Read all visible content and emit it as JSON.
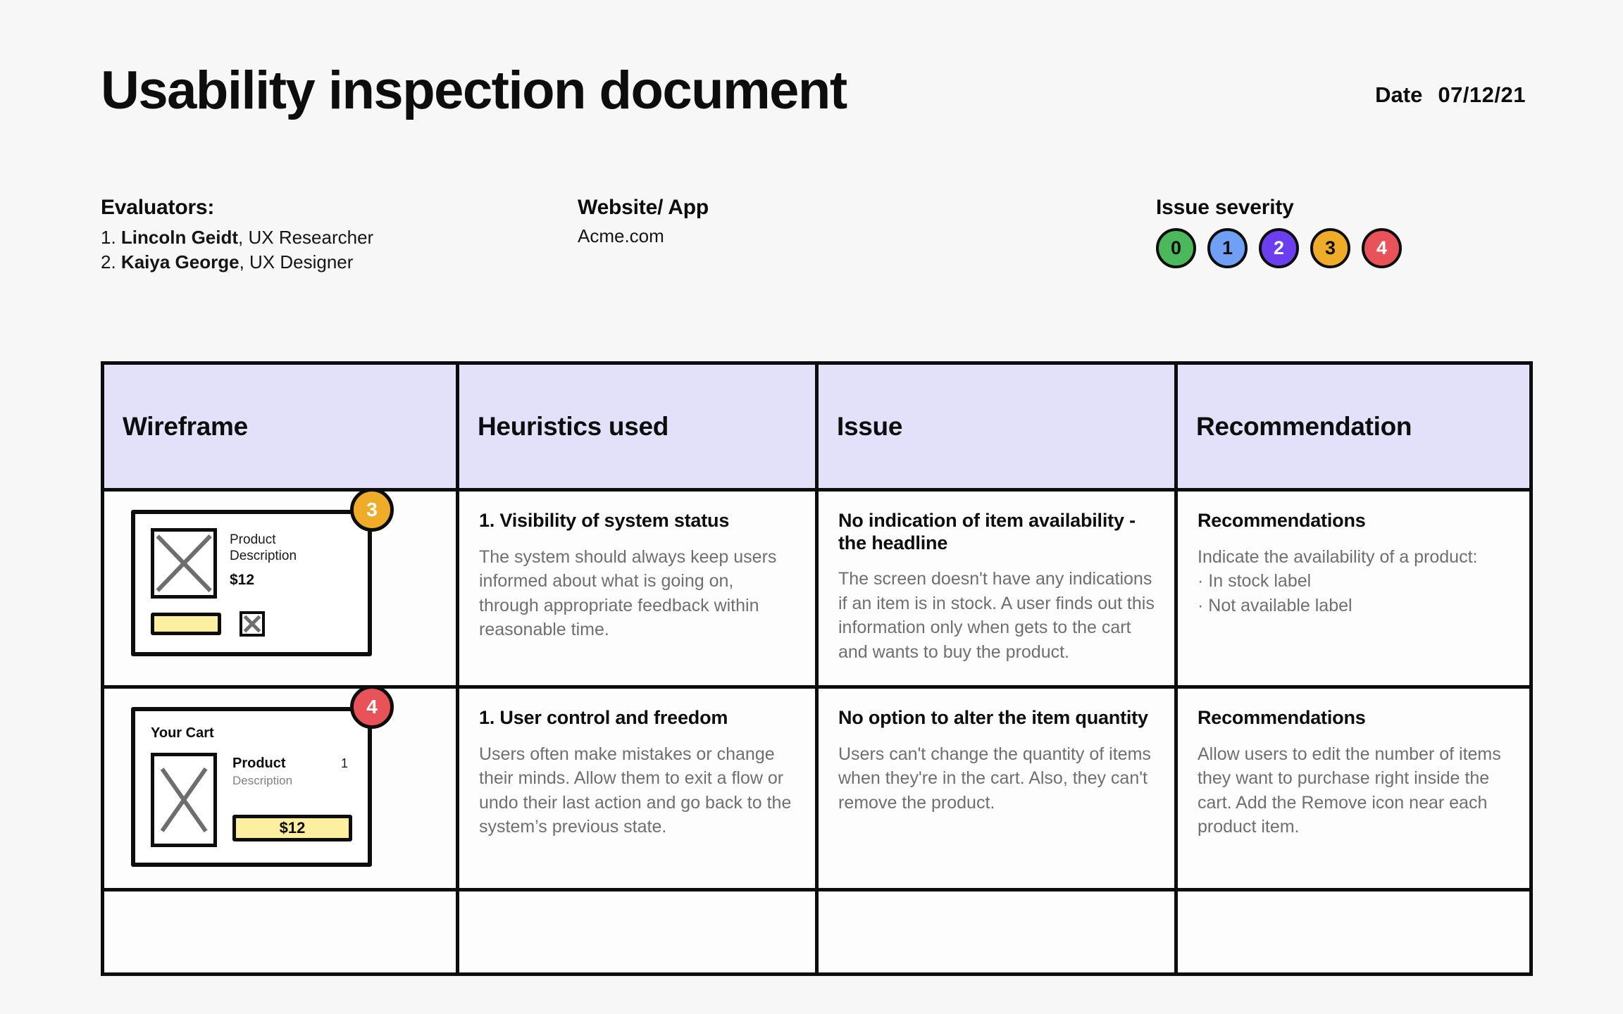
{
  "header": {
    "title": "Usability inspection document",
    "date_label": "Date",
    "date_value": "07/12/21"
  },
  "meta": {
    "evaluators": {
      "heading": "Evaluators:",
      "list": [
        {
          "index": "1.",
          "name": "Lincoln Geidt",
          "role": ", UX Researcher"
        },
        {
          "index": "2.",
          "name": "Kaiya George",
          "role": ", UX Designer"
        }
      ]
    },
    "website": {
      "heading": "Website/ App",
      "value": "Acme.com"
    },
    "severity": {
      "heading": "Issue severity",
      "badges": [
        {
          "value": "0",
          "bg": "#4cb85c",
          "fg": "#0d0d0d"
        },
        {
          "value": "1",
          "bg": "#6fa0f5",
          "fg": "#0d0d0d"
        },
        {
          "value": "2",
          "bg": "#6b3ff0",
          "fg": "#ffffff"
        },
        {
          "value": "3",
          "bg": "#efac28",
          "fg": "#0d0d0d"
        },
        {
          "value": "4",
          "bg": "#e8535a",
          "fg": "#ffffff"
        }
      ]
    }
  },
  "table": {
    "columns": [
      "Wireframe",
      "Heuristics used",
      "Issue",
      "Recommendation"
    ],
    "rows": [
      {
        "wireframe": {
          "type": "product-detail",
          "severity": "3",
          "severity_color": "#efac28",
          "product_line_1": "Product",
          "product_line_2": "Description",
          "price": "$12"
        },
        "heuristic_title": "1. Visibility of system status",
        "heuristic_body": "The system should always keep users informed about what is going on, through appropriate feedback within reasonable time.",
        "issue_title": "No indication of item availability - the headline",
        "issue_body": "The screen doesn't have any indications if an item is in stock. A user finds out this information only when gets to the cart and wants to buy the product.",
        "rec_title": "Recommendations",
        "rec_body": "Indicate the availability of a product:\n· In stock label\n· Not available label"
      },
      {
        "wireframe": {
          "type": "cart",
          "severity": "4",
          "severity_color": "#e8535a",
          "cart_title": "Your Cart",
          "product_name": "Product",
          "quantity": "1",
          "description": "Description",
          "price": "$12"
        },
        "heuristic_title": "1. User control and freedom",
        "heuristic_body": "Users often make mistakes or change their minds. Allow them to exit a flow or undo their last action and go back to the system’s previous state.",
        "issue_title": "No option to alter the item quantity",
        "issue_body": "Users can't change the quantity of items when they're in the cart. Also, they can't remove the product.",
        "rec_title": "Recommendations",
        "rec_body": "Allow users to edit the number of items they want to purchase right inside the cart. Add the Remove icon near each product item."
      }
    ]
  }
}
